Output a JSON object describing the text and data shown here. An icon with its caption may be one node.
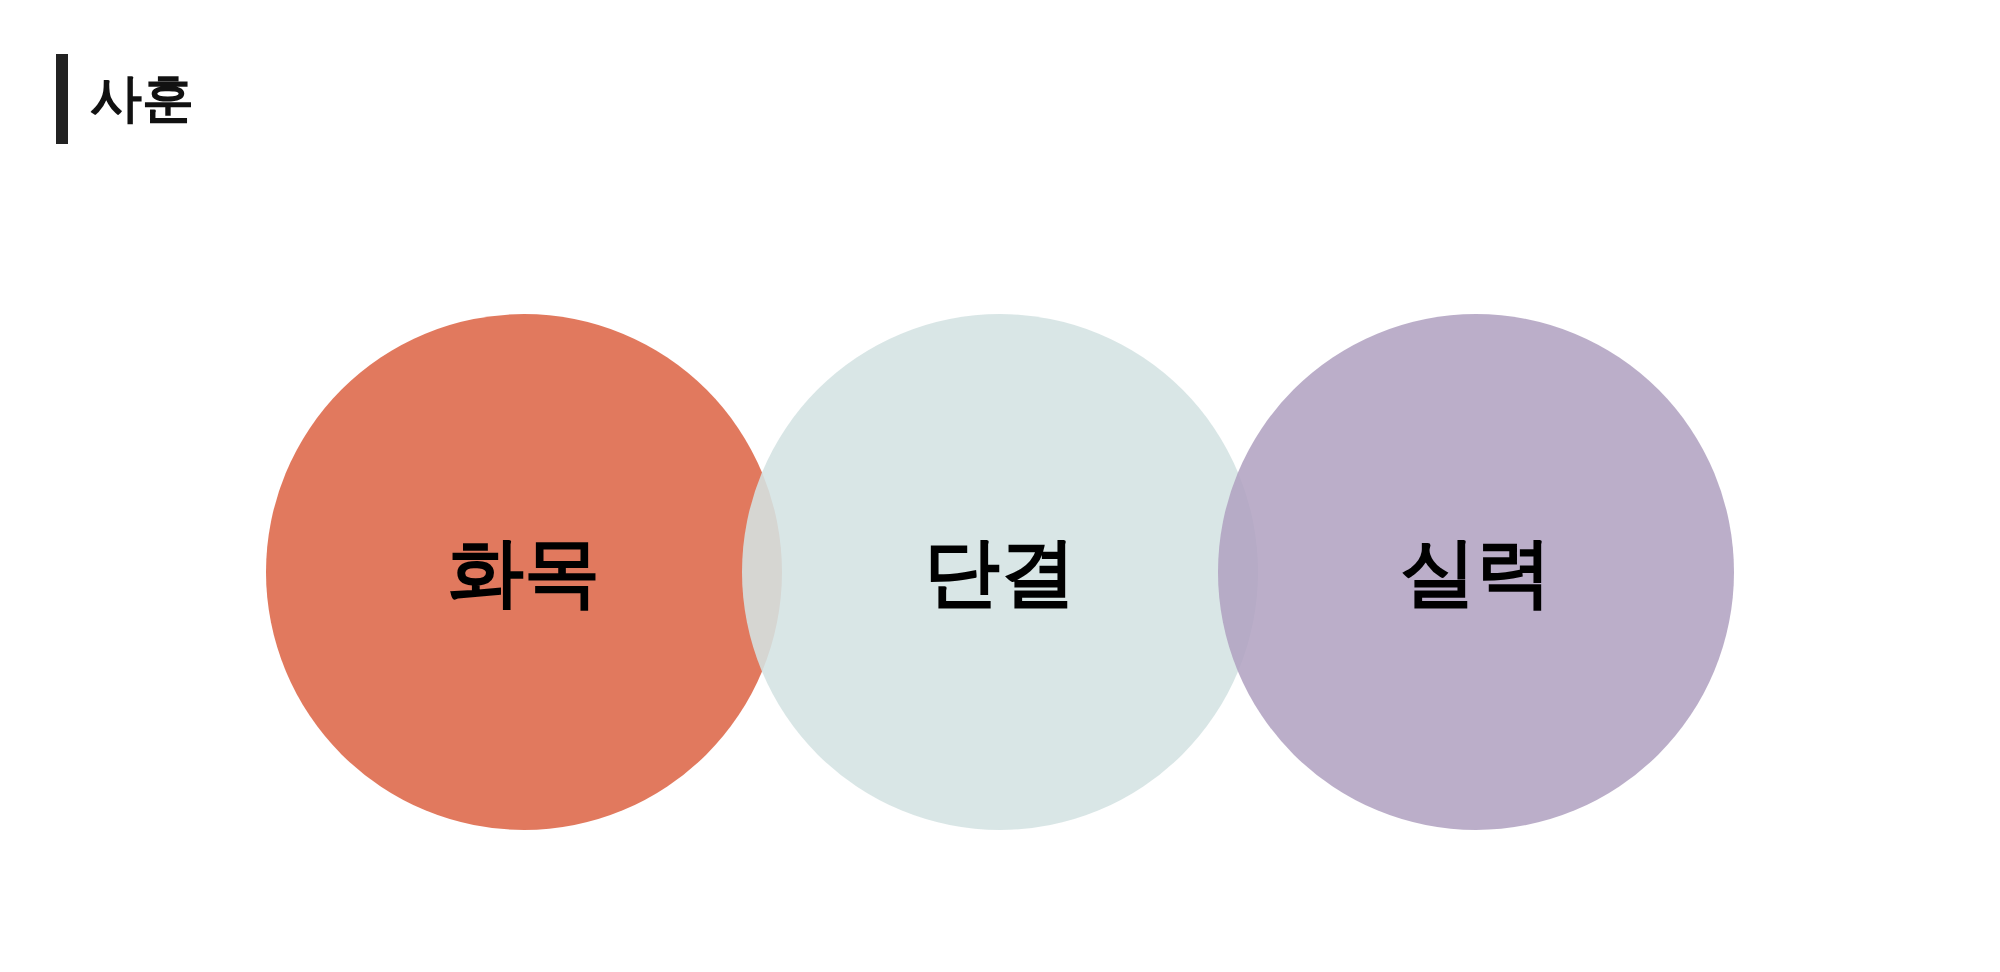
{
  "diagram": {
    "title": "사훈",
    "nodes": [
      {
        "text": [
          "화목"
        ]
      },
      {
        "text": [
          "단결"
        ]
      },
      {
        "text": [
          "실력"
        ]
      }
    ]
  }
}
